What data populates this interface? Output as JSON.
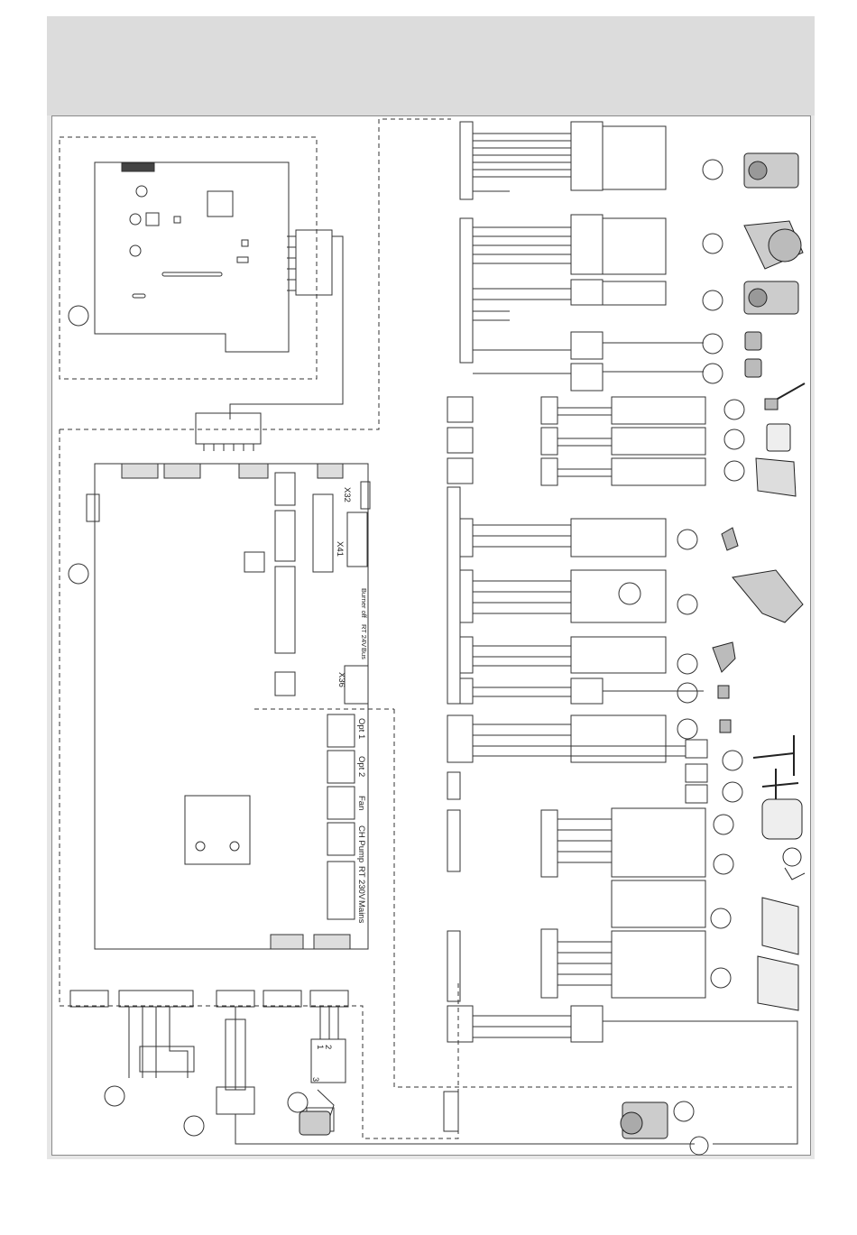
{
  "colors": {
    "line": "#333333",
    "header": "#dcdcdc",
    "frame": "#e6e6e6",
    "panel": "#ffffff"
  },
  "board_labels": {
    "x32": "X32",
    "x41": "X41",
    "x36": "X36",
    "burner_off": "Burner off",
    "rt_24v": "RT 24V",
    "bus": "Bus",
    "opt1": "Opt 1",
    "opt2": "Opt 2",
    "fan": "Fan",
    "ch_pump": "CH Pump",
    "rt_230v": "RT 230V",
    "mains": "Mains"
  },
  "connector_pins": {
    "p1": "1",
    "p2": "2",
    "p3": "3"
  },
  "icons": [
    "gas-valve-icon",
    "fan-icon",
    "sensor-icon",
    "flow-sensor-icon",
    "room-unit-icon",
    "thermostat-icon",
    "pump-icon",
    "diverter-valve-icon",
    "electrode-icon",
    "control-module-icon",
    "touch-icon"
  ]
}
